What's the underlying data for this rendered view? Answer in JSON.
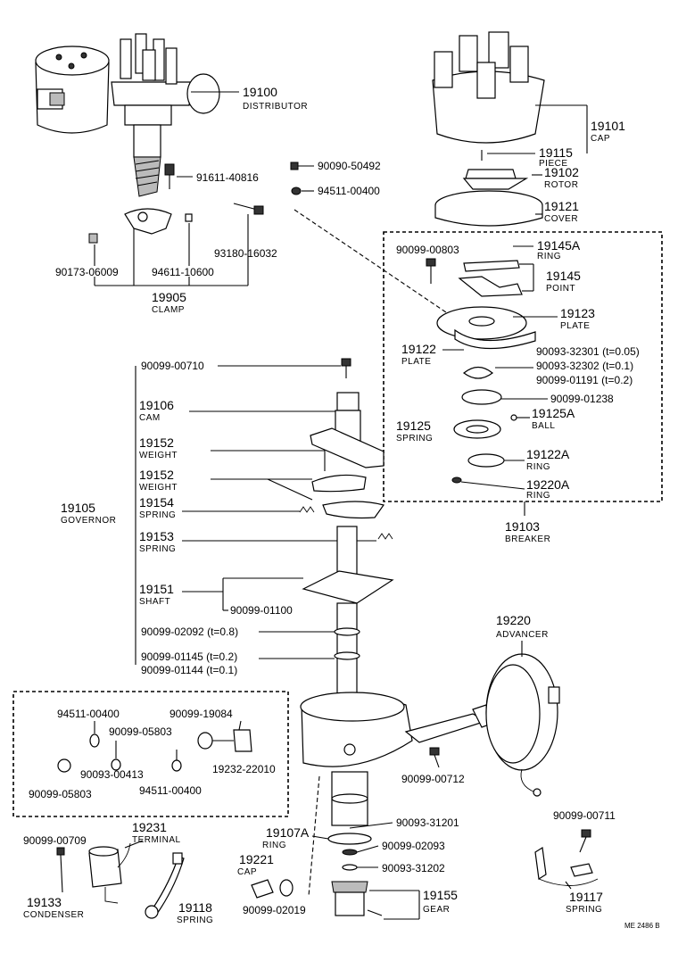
{
  "labels": {
    "l19100": "19100",
    "l19100c": "DISTRIBUTOR",
    "l91611": "91611-40816",
    "l90173": "90173-06009",
    "l94611": "94611-10600",
    "l93180": "93180-16032",
    "l19905": "19905",
    "l19905c": "CLAMP",
    "l90090": "90090-50492",
    "l94511a": "94511-00400",
    "l19101": "19101",
    "l19101c": "CAP",
    "l19115": "19115",
    "l19115c": "PIECE",
    "l19102": "19102",
    "l19102c": "ROTOR",
    "l19121": "19121",
    "l19121c": "COVER",
    "l90099_803": "90099-00803",
    "l19145A": "19145A",
    "l19145Ac": "RING",
    "l19145": "19145",
    "l19145c": "POINT",
    "l19123": "19123",
    "l19123c": "PLATE",
    "l19122": "19122",
    "l19122c": "PLATE",
    "l90093_32301": "90093-32301 (t=0.05)",
    "l90093_32302": "90093-32302 (t=0.1)",
    "l90099_01191": "90099-01191 (t=0.2)",
    "l90099_01238": "90099-01238",
    "l19125": "19125",
    "l19125c": "SPRING",
    "l19125A": "19125A",
    "l19125Ac": "BALL",
    "l19122A": "19122A",
    "l19122Ac": "RING",
    "l19220A": "19220A",
    "l19220Ac": "RING",
    "l19103": "19103",
    "l19103c": "BREAKER",
    "l90099_00710": "90099-00710",
    "l19106": "19106",
    "l19106c": "CAM",
    "l19152a": "19152",
    "l19152ac": "WEIGHT",
    "l19152b": "19152",
    "l19152bc": "WEIGHT",
    "l19154": "19154",
    "l19154c": "SPRING",
    "l19105": "19105",
    "l19105c": "GOVERNOR",
    "l19153": "19153",
    "l19153c": "SPRING",
    "l19151": "19151",
    "l19151c": "SHAFT",
    "l90099_01100": "90099-01100",
    "l90099_02092": "90099-02092 (t=0.8)",
    "l90099_01145": "90099-01145 (t=0.2)",
    "l90099_01144": "90099-01144 (t=0.1)",
    "l19220": "19220",
    "l19220c": "ADVANCER",
    "l94511b": "94511-00400",
    "l90099_19084": "90099-19084",
    "l90099_05803a": "90099-05803",
    "l90093_00413": "90093-00413",
    "l19232": "19232-22010",
    "l90099_05803b": "90099-05803",
    "l94511c": "94511-00400",
    "l90099_00712": "90099-00712",
    "l19231": "19231",
    "l19231c": "TERMINAL",
    "l90099_00709": "90099-00709",
    "l19133": "19133",
    "l19133c": "CONDENSER",
    "l19118": "19118",
    "l19118c": "SPRING",
    "l19221": "19221",
    "l19221c": "CAP",
    "l90099_02019": "90099-02019",
    "l19107A": "19107A",
    "l19107Ac": "RING",
    "l90093_31201": "90093-31201",
    "l90099_02093": "90099-02093",
    "l90093_31202": "90093-31202",
    "l19155": "19155",
    "l19155c": "GEAR",
    "l90099_00711": "90099-00711",
    "l19117": "19117",
    "l19117c": "SPRING",
    "code": "ME 2486 B"
  }
}
